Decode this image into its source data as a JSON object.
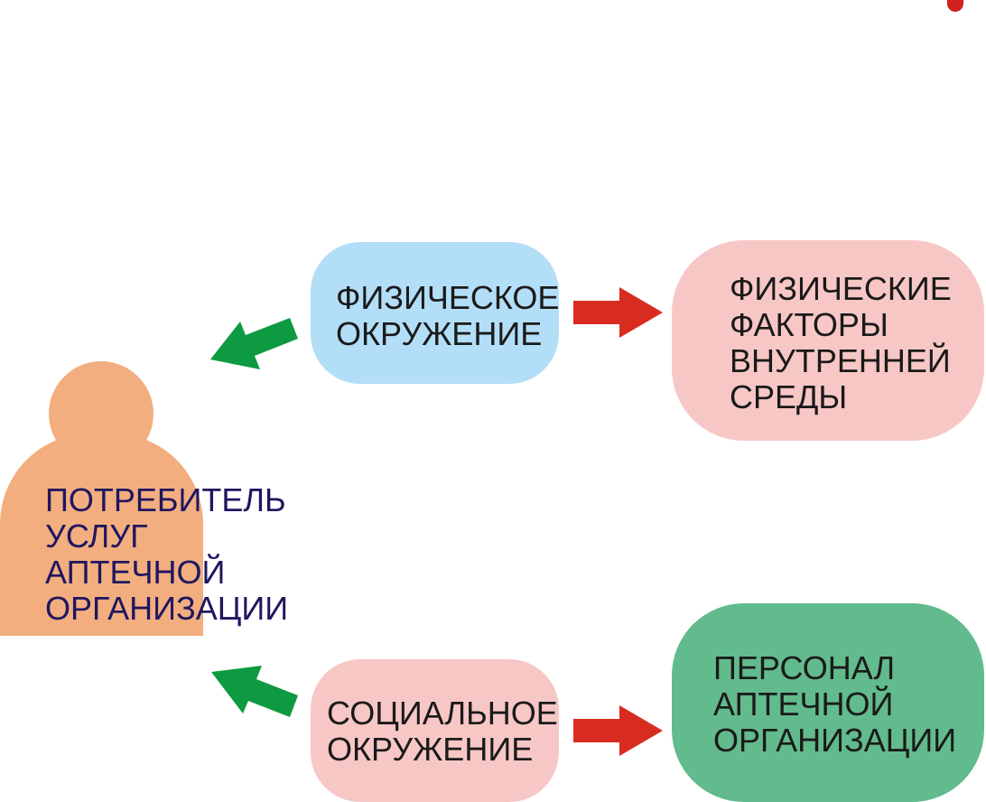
{
  "colors": {
    "person": "#f2ae7f",
    "person_text": "#1f1660",
    "physical_env_bg": "#b3def7",
    "physical_factors_bg": "#f7c7c6",
    "social_env_bg": "#f7c7c6",
    "staff_bg": "#62bb8c",
    "green_arrow": "#0d9a40",
    "red_arrow": "#d82c20",
    "dot": "#d42020"
  },
  "consumer": {
    "label": "ПОТРЕБИТЕЛЬ\nУСЛУГ\nАПТЕЧНОЙ\nОРГАНИЗАЦИИ",
    "icon": "person-icon"
  },
  "physical_environment": {
    "label": "ФИЗИЧЕСКОЕ\nОКРУЖЕНИЕ"
  },
  "physical_factors": {
    "label": "ФИЗИЧЕСКИЕ\nФАКТОРЫ\nВНУТРЕННЕЙ\nСРЕДЫ"
  },
  "social_environment": {
    "label": "СОЦИАЛЬНОЕ\nОКРУЖЕНИЕ"
  },
  "staff": {
    "label": "ПЕРСОНАЛ\nАПТЕЧНОЙ\nОРГАНИЗАЦИИ"
  },
  "arrows": [
    {
      "from": "physical_environment",
      "to": "consumer",
      "color": "green",
      "icon": "arrow-left-up-icon"
    },
    {
      "from": "physical_environment",
      "to": "physical_factors",
      "color": "red",
      "icon": "arrow-right-icon"
    },
    {
      "from": "social_environment",
      "to": "consumer",
      "color": "green",
      "icon": "arrow-left-down-icon"
    },
    {
      "from": "social_environment",
      "to": "staff",
      "color": "red",
      "icon": "arrow-right-icon"
    }
  ]
}
